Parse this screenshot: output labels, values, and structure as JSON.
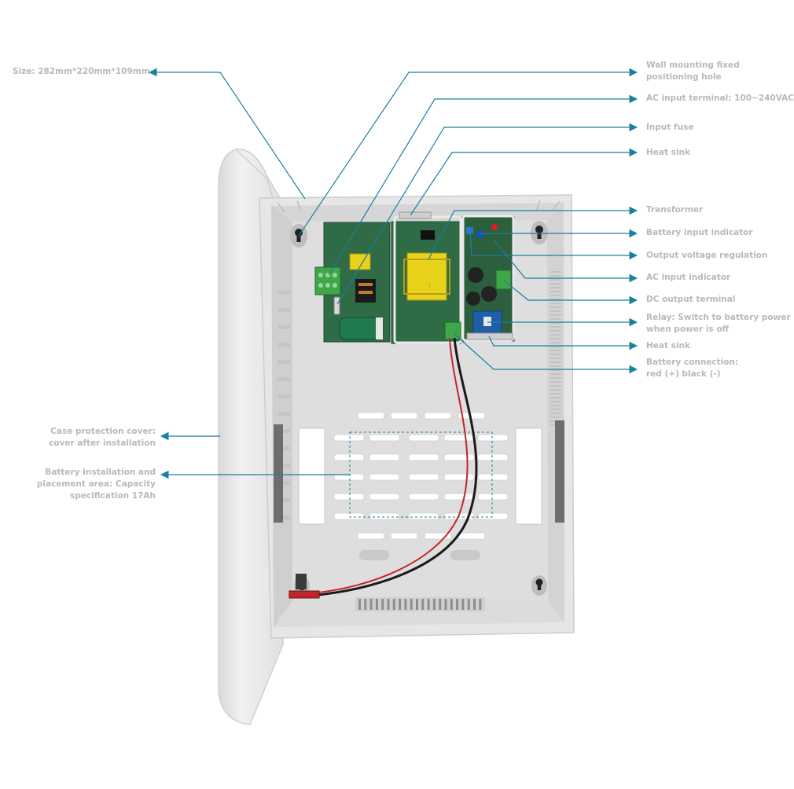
{
  "colors": {
    "accent": "#1a7fa0",
    "label_text": "#b9b9b9",
    "case_body": "#e3e3e3",
    "pcb_green": "#2f6b45",
    "transformer_yellow": "#e8d21a",
    "wire_red": "#c0262c",
    "wire_black": "#1a1a1a"
  },
  "labels": {
    "size": "Size: 282mm*220mm*109mm",
    "wall_mount": [
      "Wall mounting fixed",
      "positioning hole"
    ],
    "ac_input_terminal": "AC input terminal: 100~240VAC",
    "input_fuse": "Input fuse",
    "heat_sink_top": "Heat sink",
    "transformer": "Transformer",
    "battery_input_indicator": "Battery input indicator",
    "output_voltage_regulation": "Output voltage regulation",
    "ac_input_indicator": "AC input indicator",
    "dc_output_terminal": "DC output terminal",
    "relay": [
      "Relay: Switch to battery power",
      "when power is off"
    ],
    "heat_sink_bottom": "Heat sink",
    "battery_connection": [
      "Battery connection:",
      "red (+) black (-)"
    ],
    "case_cover": [
      "Case protection cover:",
      "cover after installation"
    ],
    "battery_area": [
      "Battery installation and",
      "placement area: Capacity",
      "specification 17Ah"
    ]
  }
}
